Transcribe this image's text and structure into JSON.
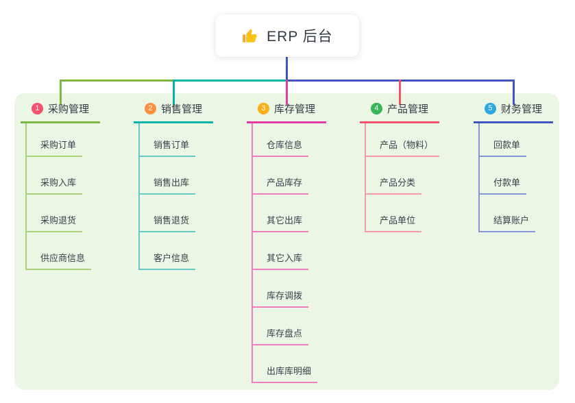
{
  "root": {
    "label": "ERP 后台",
    "icon": "thumbs-up-icon"
  },
  "colors": {
    "canvas_bg": "#ffffff",
    "panel_bg": "#ebf6e5",
    "root_stem": "#4254c4",
    "text_dark": "#333b44"
  },
  "branches": [
    {
      "badge": "1",
      "label": "采购管理",
      "badge_color": "#f4516c",
      "line_color": "#7cb93e",
      "child_line_color": "#a9d278",
      "children": [
        "采购订单",
        "采购入库",
        "采购退货",
        "供应商信息"
      ]
    },
    {
      "badge": "2",
      "label": "销售管理",
      "badge_color": "#fb8e3f",
      "line_color": "#00b3ab",
      "child_line_color": "#63cac2",
      "children": [
        "销售订单",
        "销售出库",
        "销售退货",
        "客户信息"
      ]
    },
    {
      "badge": "3",
      "label": "库存管理",
      "badge_color": "#fbae17",
      "line_color": "#e03ba2",
      "child_line_color": "#f07dc0",
      "children": [
        "仓库信息",
        "产品库存",
        "其它出库",
        "其它入库",
        "库存调拨",
        "库存盘点",
        "出库库明细"
      ]
    },
    {
      "badge": "4",
      "label": "产品管理",
      "badge_color": "#38b558",
      "line_color": "#f4516c",
      "child_line_color": "#f59aa6",
      "children": [
        "产品（物料）",
        "产品分类",
        "产品单位"
      ]
    },
    {
      "badge": "5",
      "label": "财务管理",
      "badge_color": "#2ba6de",
      "line_color": "#4254c4",
      "child_line_color": "#8694da",
      "children": [
        "回款单",
        "付款单",
        "结算账户"
      ]
    }
  ]
}
